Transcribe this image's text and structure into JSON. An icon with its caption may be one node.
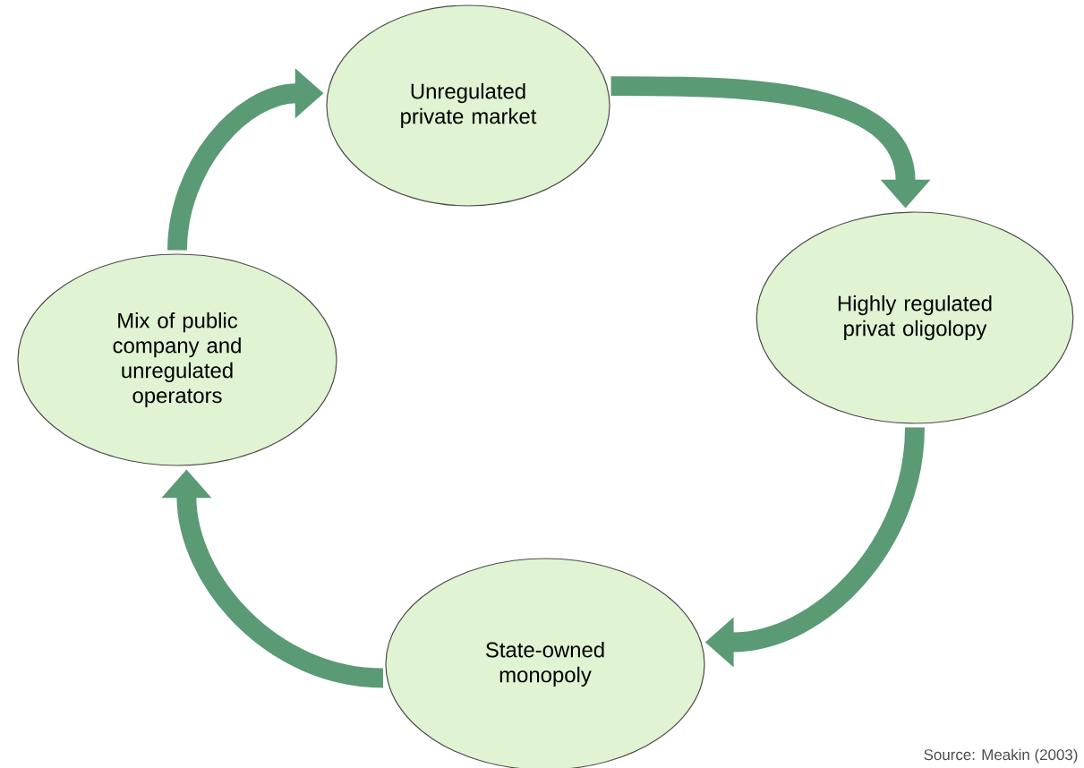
{
  "diagram": {
    "nodes": [
      {
        "text": [
          "Unregulated private market"
        ]
      },
      {
        "text": [
          "Highly regulated privat oligolopy"
        ]
      },
      {
        "text": [
          "State-owned monopoly"
        ]
      },
      {
        "text": [
          "Mix of public company and unregulated operators"
        ]
      }
    ],
    "edges": [
      {
        "from": 0,
        "to": 1,
        "arrow": "to"
      },
      {
        "from": 1,
        "to": 2,
        "arrow": "to"
      },
      {
        "from": 2,
        "to": 3,
        "arrow": "to"
      },
      {
        "from": 3,
        "to": 0,
        "arrow": "to"
      }
    ],
    "labels": [
      "Source: Meakin (2003)"
    ]
  }
}
